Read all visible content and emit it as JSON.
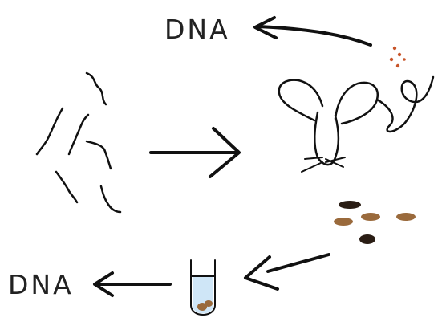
{
  "labels": {
    "top_dna": "DNA",
    "bottom_dna": "DNA"
  },
  "colors": {
    "ink": "#111111",
    "droppings_brown": "#9a6a3c",
    "droppings_dark": "#2a1d14",
    "specks_orange": "#c8552a",
    "tube_liquid": "#cfe6f7"
  },
  "elements": {
    "worms": "worm-cluster",
    "mouse": "mouse-icon",
    "droppings": "droppings-cluster",
    "tube": "sample-tube"
  }
}
